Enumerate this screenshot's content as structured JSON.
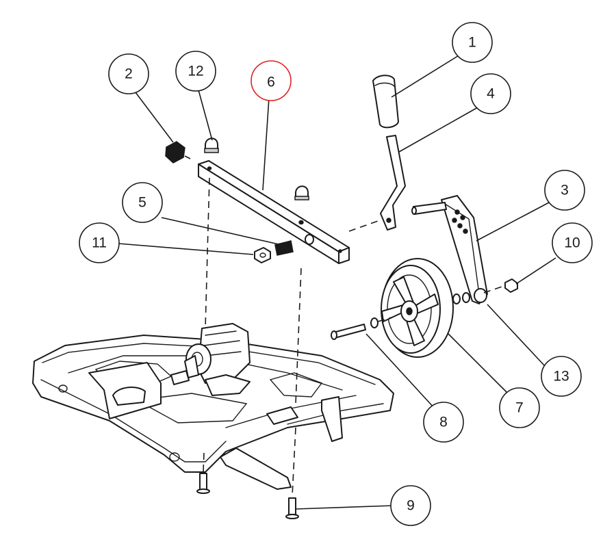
{
  "diagram": {
    "highlight_color": "#e02020",
    "highlighted_part": "6",
    "callouts": [
      {
        "id": "c1",
        "label": "1"
      },
      {
        "id": "c2",
        "label": "2"
      },
      {
        "id": "c3",
        "label": "3"
      },
      {
        "id": "c4",
        "label": "4"
      },
      {
        "id": "c5",
        "label": "5"
      },
      {
        "id": "c6",
        "label": "6"
      },
      {
        "id": "c7",
        "label": "7"
      },
      {
        "id": "c8",
        "label": "8"
      },
      {
        "id": "c9",
        "label": "9"
      },
      {
        "id": "c10",
        "label": "10"
      },
      {
        "id": "c11",
        "label": "11"
      },
      {
        "id": "c12",
        "label": "12"
      },
      {
        "id": "c13",
        "label": "13"
      }
    ]
  }
}
